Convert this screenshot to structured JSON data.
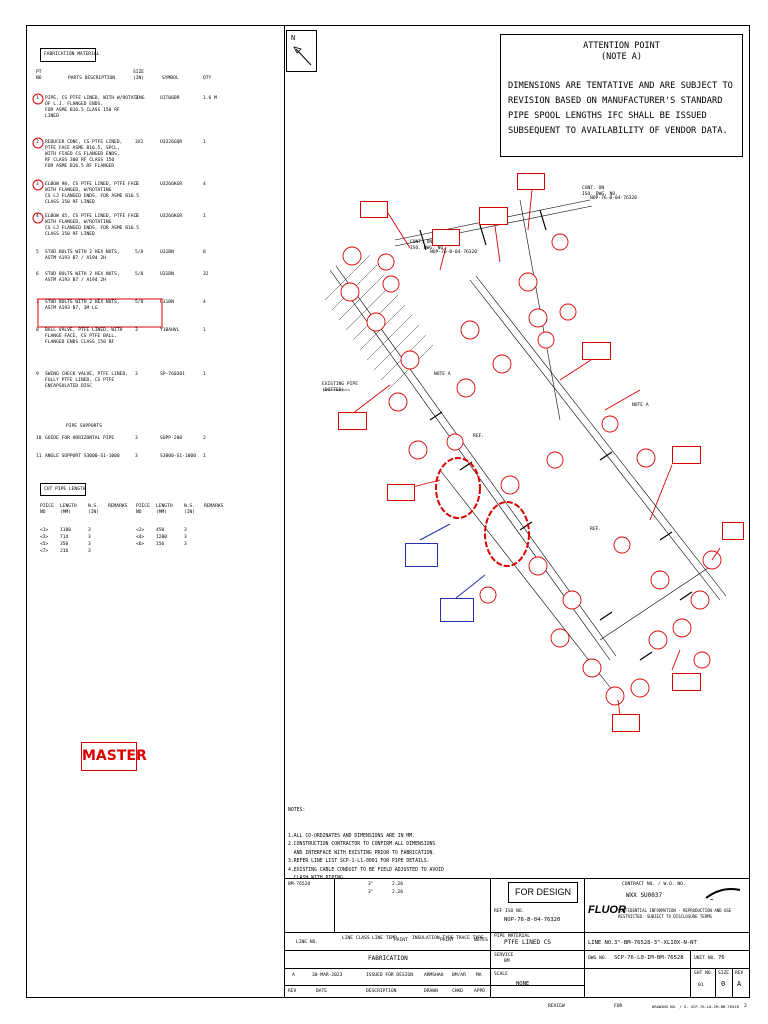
{
  "attention": {
    "title": "ATTENTION POINT",
    "subtitle": "(NOTE A)",
    "body": "DIMENSIONS ARE TENTATIVE AND ARE SUBJECT TO REVISION BASED ON MANUFACTURER'S STANDARD PIPE SPOOL LENGTHS IFC SHALL BE ISSUED SUBSEQUENT TO AVAILABILITY OF VENDOR DATA."
  },
  "material": {
    "header": "FABRICATION MATERIAL",
    "col_item": "PT\nNO",
    "col_desc": "PARTS DESCRIPTION",
    "col_size": "SIZE\n(IN)",
    "col_symbol": "SYMBOL",
    "col_qty": "QTY",
    "rows": [
      {
        "no": "1",
        "desc": "PIPE, CS PTFE LINED, WITH W/ROTATING\nOF L.J. FLANGED ENDS,\nFOR ASME B16.5 CLASS 150 RF\nLINED",
        "size": "3",
        "sym": "U1T06DR",
        "qty": "1.6 M"
      },
      {
        "no": "2",
        "desc": "REDUCER CONC, CS PTFE LINED,\nPTFE FACE ASME B16.5, SPCL,\nWITH FIXED CS FLANGED ENDS,\nRF CLASS 300 RF CLASS 150\nFOR ASME B16.5 RF FLANGED",
        "size": "3X2",
        "sym": "U3326GQR",
        "qty": "1"
      },
      {
        "no": "3",
        "desc": "ELBOW 90, CS PTFE LINED, PTFE FACE\nWITH FLANGED, W/ROTATING\nCS LJ FLANGED ENDS, FOR ASME B16.5\nCLASS 150 RF LINED",
        "size": "3",
        "sym": "U3266KGR",
        "qty": "4"
      },
      {
        "no": "4",
        "desc": "ELBOW 45, CS PTFE LINED, PTFE FACE\nWITH FLANGED, W/ROTATING\nCS LJ FLANGED ENDS, FOR ASME B16.5\nCLASS 150 RF LINED",
        "size": "3",
        "sym": "U3266KGR",
        "qty": "1"
      },
      {
        "no": "5",
        "desc": "STUD BOLTS WITH 2 HEX NUTS,\nASTM A193 B7 / A194 2H",
        "size": "5/8",
        "sym": "U31BN",
        "qty": "8"
      },
      {
        "no": "6",
        "desc": "STUD BOLTS WITH 2 HEX NUTS,\nASTM A193 B7 / A194 2H",
        "size": "5/8",
        "sym": "U31BN",
        "qty": "32"
      },
      {
        "no": "7",
        "desc": "STUD BOLTS WITH 2 HEX NUTS,\nASTM A193 B7, 3M LG",
        "size": "5/8",
        "sym": "U31BN",
        "qty": "4"
      },
      {
        "no": "8",
        "desc": "BALL VALVE, PTFE LINED, WITH\nFLANGE FACE, CS PTFE BALL,\nFLANGED ENDS CLASS 150 RF",
        "size": "3",
        "sym": "Y1BAHVL",
        "qty": "1"
      },
      {
        "no": "9",
        "desc": "SWING CHECK VALVE, PTFE LINED,\nFULLY PTFE LINED, CS PTFE\nENCAPSULATED DISC",
        "size": "3",
        "sym": "SP-760301",
        "qty": "1"
      },
      {
        "no": "10",
        "desc": "GUIDE FOR HORIZONTAL PIPE",
        "size": "3",
        "sym": "SUPP-200",
        "qty": "2"
      },
      {
        "no": "11",
        "desc": "ANGLE SUPPORT S3000-S1-1000",
        "size": "3",
        "sym": "S3000-S1-1000",
        "qty": "1"
      }
    ],
    "supports": "PIPE SUPPORTS"
  },
  "cut": {
    "header": "CUT PIPE LENGTH",
    "cols": [
      "PIECE\nNO",
      "LENGTH\n(MM)",
      "N.S.\n(IN)",
      "REMARKS"
    ],
    "left": [
      [
        "<1>",
        "1180",
        "3"
      ],
      [
        "<3>",
        "714",
        "3"
      ],
      [
        "<5>",
        "350",
        "3"
      ],
      [
        "<7>",
        "216",
        "3"
      ]
    ],
    "right": [
      [
        "<2>",
        "450",
        "3"
      ],
      [
        "<4>",
        "1200",
        "3"
      ],
      [
        "<6>",
        "156",
        "3"
      ]
    ]
  },
  "master": "MASTER",
  "notes": {
    "title": "NOTES:",
    "lines": [
      "1.ALL CO-ORDINATES AND DIMENSIONS ARE IN MM.",
      "2.CONSTRUCTION CONTRACTOR TO CONFIRM ALL DIMENSIONS",
      "  AND INTERFACE WITH EXISTING PRIOR TO FABRICATION.",
      "3.REFER LINE LIST SCP-1-L1-0001 FOR PIPE DETAILS.",
      "4.EXISTING CABLE CONDUIT TO BE FIELD ADJUSTED TO AVOID",
      "  CLASH WITH PIPING."
    ]
  },
  "drawing": {
    "north": "N",
    "label_tie": "EXISTING PIPE\n(DOTTED)",
    "label_cont": "CONT. ON\nISO. DWG. NO.",
    "label_note": "NOTE A",
    "label_ref": "REF.",
    "conn1": "NOP-76-B-04-76320",
    "conn2": "NOP-76-B-04-76320"
  },
  "titleblock": {
    "for_design": "FOR DESIGN",
    "fluor": "FLUOR",
    "contract_label": "CONTRACT NO. / W.O. NO.",
    "contract_no": "WXX SU0037",
    "client_text": "CONFIDENTIAL INFORMATION - REPRODUCTION AND USE\nRESTRICTED. SUBJECT TO DISCLOSURE TERMS",
    "line_no_label": "LINE NO.",
    "line_no_val": "3\"-BM-76528-3\"-XL10X-N-NT",
    "dwg_no_label": "DWG NO.",
    "dwg_no_val": "SCP-76-L0-IM-BM-76528",
    "unit_label": "UNIT NO.",
    "unit_val": "76",
    "sht_label": "SHT NO.",
    "sht_val": "01",
    "rev_label": "REV",
    "rev_val": "A",
    "size_label": "SIZE",
    "size_val": "0",
    "material_label": "PIPE MATERIAL",
    "material_val": "PTFE LINED CS",
    "service_label": "SERVICE",
    "service_val": "BM",
    "scale_label": "SCALE",
    "scale_val": "NONE",
    "ref_iso_label": "REF ISO NO.",
    "ref_iso_val": "NOP-76-B-04-76320",
    "line_ref": "BM-76528",
    "size_a": "3\"",
    "size_b": "3\"",
    "len_a": "2.20",
    "len_b": "2.20",
    "fab_title": "FABRICATION",
    "rev_row": {
      "rev": "A",
      "date": "30-MAR-2023",
      "desc": "ISSUED FOR DESIGN",
      "drawn": "ARMSHAH",
      "chkd": "BM/AR",
      "appd": "MA"
    },
    "rev_hdr": {
      "rev": "REV",
      "date": "DATE",
      "desc": "DESCRIPTION",
      "drawn": "DRAWN",
      "chkd": "CHKD",
      "appd": "APPD"
    },
    "col_hdrs": [
      "LINE NO.",
      "LINE CLASS",
      "LINE TEMP",
      "PAINT",
      "INSULATION TYPE",
      "PAINT",
      "TRACE TYPE",
      "NOTES"
    ]
  },
  "footer": {
    "a": "REVIEW",
    "b": "FOR",
    "c": "DRAWING NO. / S. SCP-76-L0-IM-BM-76528",
    "d": "2"
  }
}
